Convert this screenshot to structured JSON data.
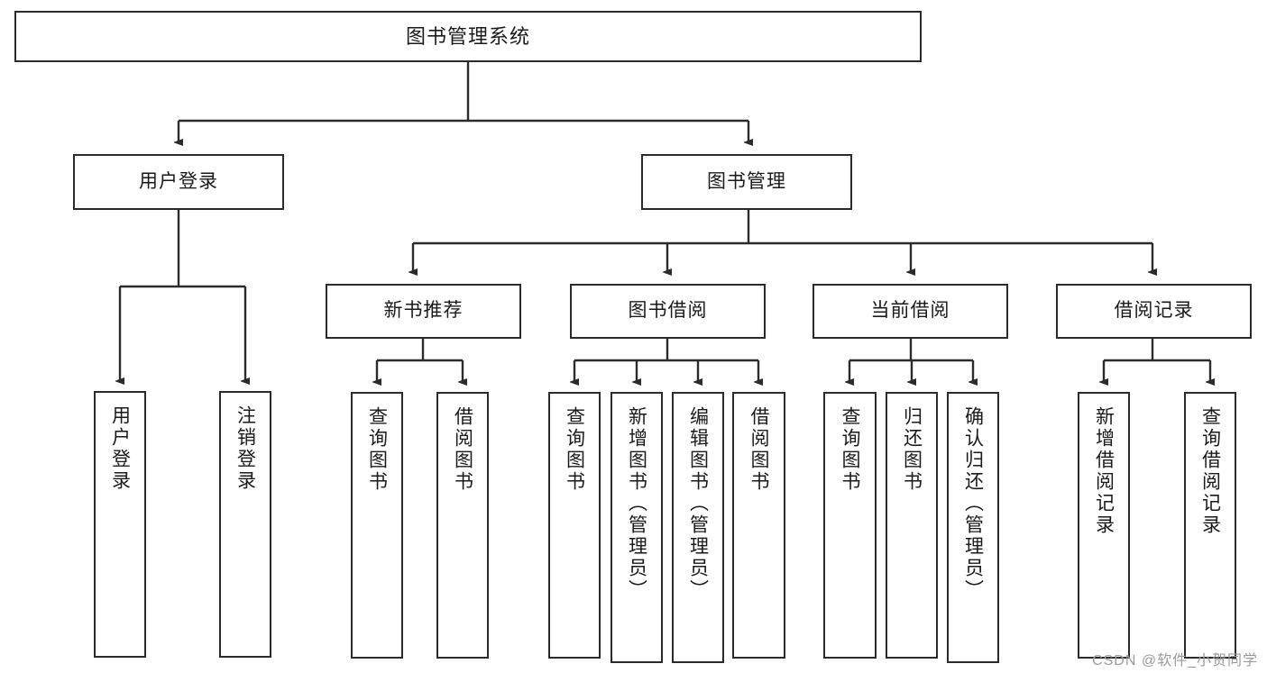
{
  "diagram": {
    "type": "tree",
    "title": "图书管理系统",
    "watermark": "CSDN @软件_小贺同学",
    "colors": {
      "box_border": "#2b2b2b",
      "box_fill": "#ffffff",
      "edge": "#2b2b2b",
      "text": "#1a1a1a",
      "watermark": "#9a9a9a"
    },
    "levels": {
      "level0": [
        {
          "id": "root",
          "label": "图书管理系统"
        }
      ],
      "level1": [
        {
          "id": "login",
          "label": "用户登录",
          "parent": "root"
        },
        {
          "id": "bookmgmt",
          "label": "图书管理",
          "parent": "root"
        }
      ],
      "level2": [
        {
          "id": "newbook",
          "label": "新书推荐",
          "parent": "bookmgmt"
        },
        {
          "id": "borrow",
          "label": "图书借阅",
          "parent": "bookmgmt"
        },
        {
          "id": "current",
          "label": "当前借阅",
          "parent": "bookmgmt"
        },
        {
          "id": "records",
          "label": "借阅记录",
          "parent": "bookmgmt"
        }
      ],
      "level3": [
        {
          "id": "leaf-user-login",
          "label": "用户登录",
          "parent": "login"
        },
        {
          "id": "leaf-user-logout",
          "label": "注销登录",
          "parent": "login"
        },
        {
          "id": "leaf-newbook-query",
          "label": "查询图书",
          "parent": "newbook"
        },
        {
          "id": "leaf-newbook-borrow",
          "label": "借阅图书",
          "parent": "newbook"
        },
        {
          "id": "leaf-borrow-query",
          "label": "查询图书",
          "parent": "borrow"
        },
        {
          "id": "leaf-borrow-add",
          "label": "新增图书（管理员）",
          "parent": "borrow"
        },
        {
          "id": "leaf-borrow-edit",
          "label": "编辑图书（管理员）",
          "parent": "borrow"
        },
        {
          "id": "leaf-borrow-lend",
          "label": "借阅图书",
          "parent": "borrow"
        },
        {
          "id": "leaf-current-query",
          "label": "查询图书",
          "parent": "current"
        },
        {
          "id": "leaf-current-return",
          "label": "归还图书",
          "parent": "current"
        },
        {
          "id": "leaf-current-confirm",
          "label": "确认归还（管理员）",
          "parent": "current"
        },
        {
          "id": "leaf-records-add",
          "label": "新增借阅记录",
          "parent": "records"
        },
        {
          "id": "leaf-records-query",
          "label": "查询借阅记录",
          "parent": "records"
        }
      ]
    }
  }
}
